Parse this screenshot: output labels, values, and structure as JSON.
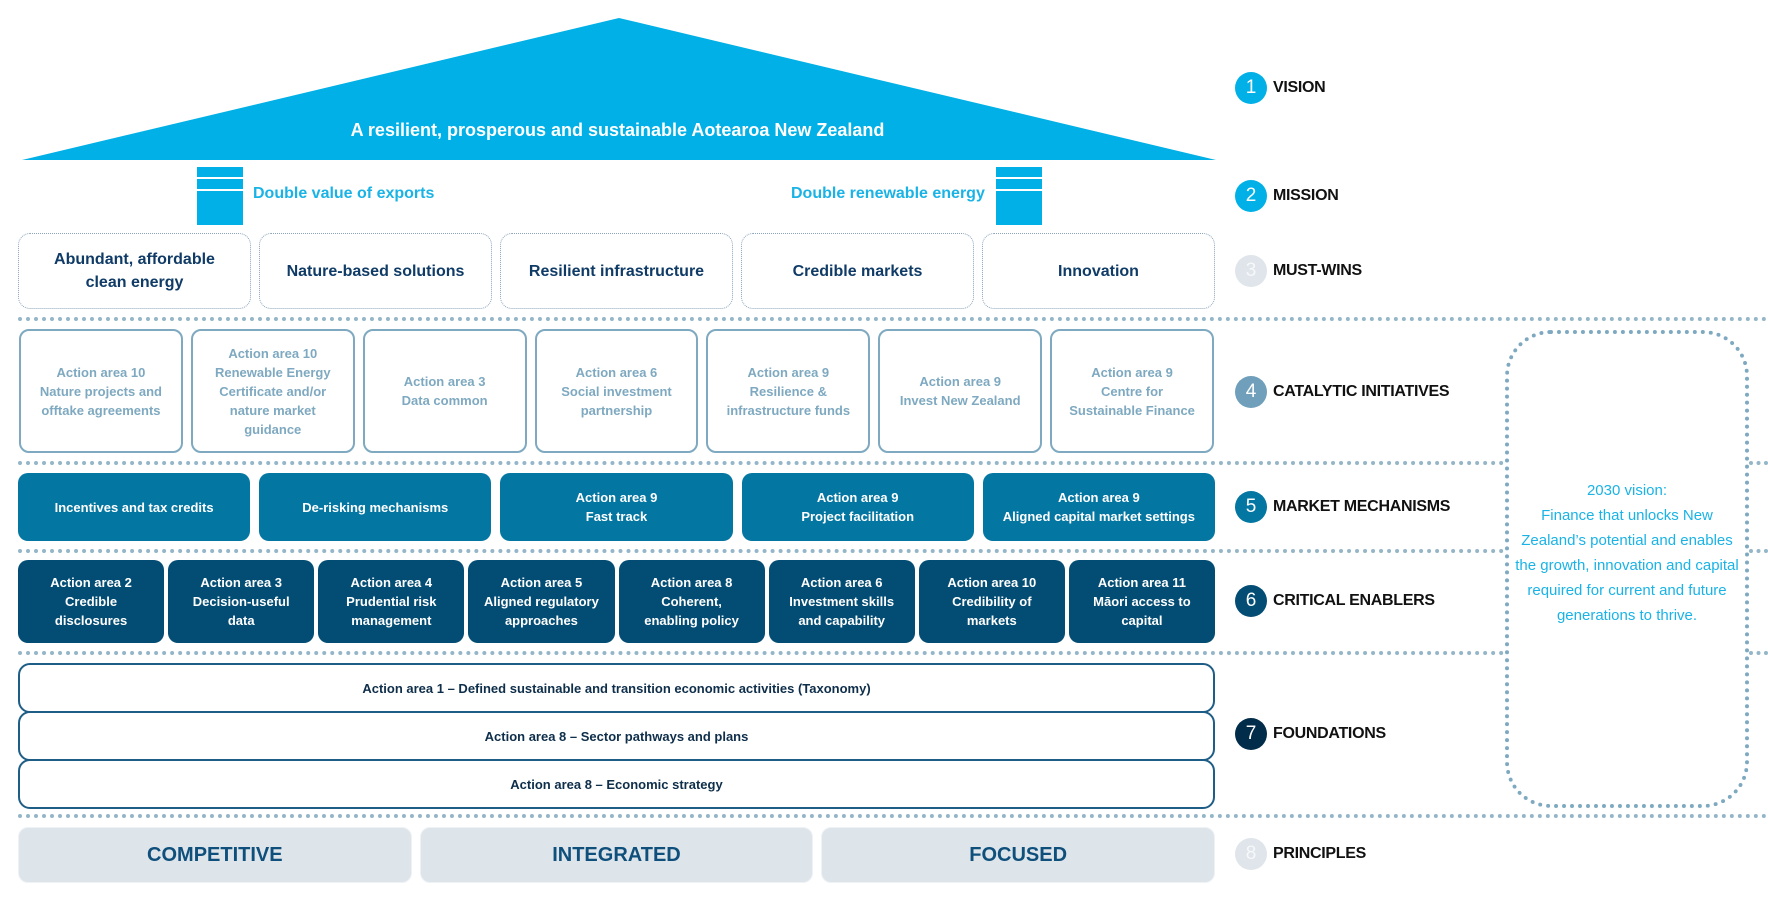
{
  "vision": {
    "text": "A resilient, prosperous and sustainable Aotearoa New Zealand",
    "color": "#00b0e6"
  },
  "mission": {
    "left": "Double value of exports",
    "right": "Double renewable energy"
  },
  "must_wins": [
    {
      "label": "Abundant, affordable\nclean energy"
    },
    {
      "label": "Nature-based solutions"
    },
    {
      "label": "Resilient infrastructure"
    },
    {
      "label": "Credible markets"
    },
    {
      "label": "Innovation"
    }
  ],
  "catalytic_initiatives": [
    {
      "label": "Action area 10\nNature projects and\nofftake agreements"
    },
    {
      "label": "Action area 10\nRenewable Energy\nCertificate and/or\nnature market\nguidance"
    },
    {
      "label": "Action area 3\nData common"
    },
    {
      "label": "Action area 6\nSocial investment\npartnership"
    },
    {
      "label": "Action area 9\nResilience &\ninfrastructure funds"
    },
    {
      "label": "Action area 9\nInvest New Zealand"
    },
    {
      "label": "Action area 9\nCentre for\nSustainable Finance"
    }
  ],
  "market_mechanisms": [
    {
      "label": "Incentives and tax credits"
    },
    {
      "label": "De-risking mechanisms"
    },
    {
      "label": "Action area 9\nFast track"
    },
    {
      "label": "Action area 9\nProject facilitation"
    },
    {
      "label": "Action area 9\nAligned capital market settings"
    }
  ],
  "critical_enablers": [
    {
      "label": "Action area 2\nCredible\ndisclosures"
    },
    {
      "label": "Action area 3\nDecision-useful\ndata"
    },
    {
      "label": "Action area 4\nPrudential risk\nmanagement"
    },
    {
      "label": "Action area 5\nAligned regulatory\napproaches"
    },
    {
      "label": "Action area 8\nCoherent,\nenabling policy"
    },
    {
      "label": "Action area 6\nInvestment skills\nand capability"
    },
    {
      "label": "Action area 10\nCredibility of\nmarkets"
    },
    {
      "label": "Action area 11\nMāori access to\ncapital"
    }
  ],
  "foundations": [
    {
      "label": "Action area 1 – Defined sustainable and transition economic activities (Taxonomy)"
    },
    {
      "label": "Action area 8 – Sector pathways and plans"
    },
    {
      "label": "Action area 8 – Economic strategy"
    }
  ],
  "principles": [
    {
      "label": "COMPETITIVE"
    },
    {
      "label": "INTEGRATED"
    },
    {
      "label": "FOCUSED"
    }
  ],
  "layers": [
    {
      "number": "1",
      "label": "VISION",
      "color": "#00b0e6"
    },
    {
      "number": "2",
      "label": "MISSION",
      "color": "#00b0e6"
    },
    {
      "number": "3",
      "label": "MUST-WINS",
      "color": "#dfe5ea"
    },
    {
      "number": "4",
      "label": "CATALYTIC INITIATIVES",
      "color": "#6f9fba"
    },
    {
      "number": "5",
      "label": "MARKET MECHANISMS",
      "color": "#0476a2"
    },
    {
      "number": "6",
      "label": "CRITICAL ENABLERS",
      "color": "#034d74"
    },
    {
      "number": "7",
      "label": "FOUNDATIONS",
      "color": "#022d4a"
    },
    {
      "number": "8",
      "label": "PRINCIPLES",
      "color": "#dfe5ea"
    }
  ],
  "vision_2030": {
    "text": "2030 vision:\nFinance that unlocks New Zealand’s potential and enables the growth, innovation and capital required for current and future generations to thrive."
  }
}
